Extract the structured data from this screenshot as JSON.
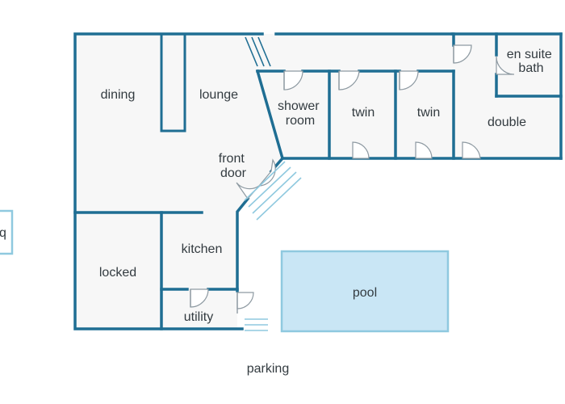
{
  "rooms": {
    "dining": "dining",
    "lounge": "lounge",
    "shower_room": [
      "shower",
      "room"
    ],
    "twin_1": "twin",
    "twin_2": "twin",
    "en_suite_bath": [
      "en suite",
      "bath"
    ],
    "double": "double",
    "front_door": [
      "front",
      "door"
    ],
    "kitchen": "kitchen",
    "locked": "locked",
    "utility": "utility",
    "pool": "pool",
    "parking": "parking",
    "bbq": "q"
  },
  "colors": {
    "wall": "#1f6e93",
    "floor": "#f7f7f7",
    "pool_fill": "#c9e6f5",
    "glass": "#8fc9df",
    "door": "#8e9aa2",
    "text": "#333b40"
  }
}
